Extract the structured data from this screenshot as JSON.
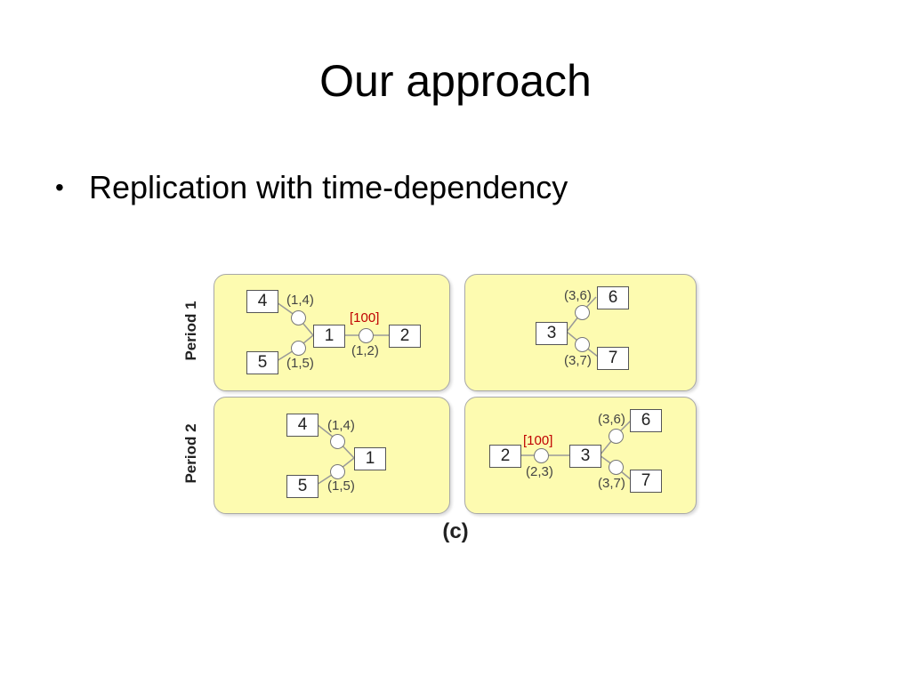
{
  "title": "Our approach",
  "bullet": "Replication with time-dependency",
  "figure": {
    "caption": "(c)",
    "period1_label": "Period 1",
    "period2_label": "Period 2",
    "p1_left": {
      "node_4": "4",
      "node_5": "5",
      "node_1": "1",
      "node_2": "2",
      "edge_14": "(1,4)",
      "edge_15": "(1,5)",
      "edge_12": "(1,2)",
      "capacity": "[100]"
    },
    "p1_right": {
      "node_3": "3",
      "node_6": "6",
      "node_7": "7",
      "edge_36": "(3,6)",
      "edge_37": "(3,7)"
    },
    "p2_left": {
      "node_4": "4",
      "node_5": "5",
      "node_1": "1",
      "edge_14": "(1,4)",
      "edge_15": "(1,5)"
    },
    "p2_right": {
      "node_2": "2",
      "node_3": "3",
      "node_6": "6",
      "node_7": "7",
      "edge_23": "(2,3)",
      "edge_36": "(3,6)",
      "edge_37": "(3,7)",
      "capacity": "[100]"
    }
  }
}
